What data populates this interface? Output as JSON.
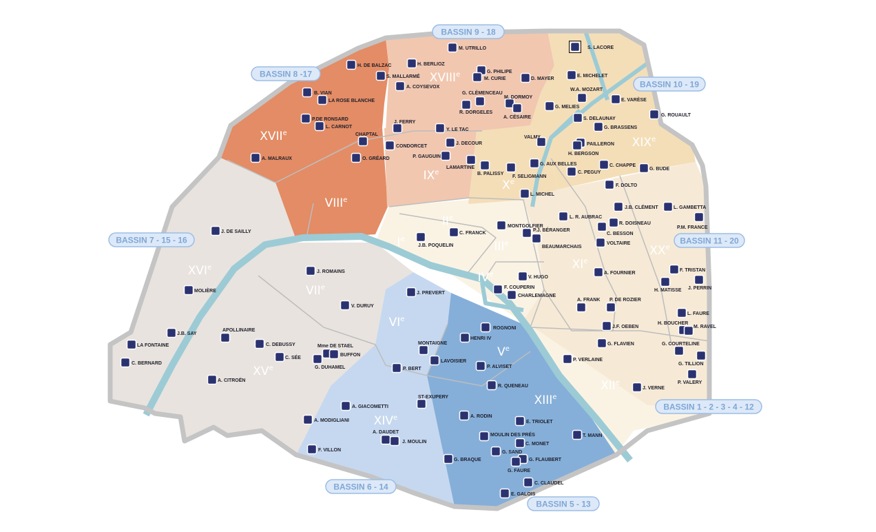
{
  "colors": {
    "marker": "#2b3270",
    "orange": "#e38c65",
    "peach": "#f1c7b0",
    "sand": "#f4deb8",
    "cream": "#faf3e4",
    "cream_dark": "#f6ead6",
    "grey": "#e8e3de",
    "light_blue": "#c6d8ef",
    "blue": "#85afd9",
    "seine": "#9ccbd5",
    "border": "#c4c4c4"
  },
  "bassins": [
    "BASSIN 9 - 18",
    "BASSIN 8 -17",
    "BASSIN 10 - 19",
    "BASSIN 7 - 15 - 16",
    "BASSIN 11 - 20",
    "BASSIN 1 - 2 - 3 - 4 - 12",
    "BASSIN 6 - 14",
    "BASSIN 5 - 13"
  ],
  "arrondissements": [
    "XVIII",
    "IX",
    "X",
    "XIX",
    "XVII",
    "VIII",
    "XVI",
    "VII",
    "XV",
    "VI",
    "V",
    "XIII",
    "XIV",
    "XII",
    "XX",
    "XI",
    "IV",
    "III",
    "II",
    "I"
  ],
  "arrondissement_suffix": "e",
  "schools": [
    "M. UTRILLO",
    "H. BERLIOZ",
    "G. PHILIPE",
    "M. CURIE",
    "D. MAYER",
    "S. MALLARMÉ",
    "A. COYSEVOX",
    "G. CLÉMENCEAU",
    "R. DORGELES",
    "M. DORMOY",
    "A. CÉSAIRE",
    "J. FERRY",
    "Y. LE TAC",
    "J. DECOUR",
    "CONDORCET",
    "P. GAUGUIN",
    "LAMARTINE",
    "B. PALISSY",
    "F. SELIGMANN",
    "VALMY",
    "G. AUX BELLES",
    "L. MICHEL",
    "S. LACORE",
    "E. MICHELET",
    "W.A. MOZART",
    "E. VARÈSE",
    "G. MELIES",
    "G. ROUAULT",
    "S. DELAUNAY",
    "G. BRASSENS",
    "PAILLERON",
    "H. BERGSON",
    "C. CHAPPE",
    "G. BUDE",
    "C. PEGUY",
    "F. DOLTO",
    "J.B. CLÉMENT",
    "L. GAMBETTA",
    "L. R. AUBRAC",
    "R. DOISNEAU",
    "C. BESSON",
    "P.M. FRANCE",
    "VOLTAIRE",
    "MONTGOLFIER",
    "P.J. BÉRANGER",
    "BEAUMARCHAIS",
    "C. FRANCK",
    "J.B. POQUELIN",
    "V. HUGO",
    "F. COUPERIN",
    "CHARLEMAGNE",
    "A. FOURNIER",
    "F. TRISTAN",
    "H. MATISSE",
    "J. PERRIN",
    "A. FRANK",
    "P. DE ROZIER",
    "L. FAURE",
    "H. BOUCHER",
    "M. RAVEL",
    "J.F. OEBEN",
    "G. FLAVIEN",
    "G. COURTELINE",
    "G. TILLION",
    "P. VALERY",
    "P. VERLAINE",
    "J. VERNE",
    "ROGNONI",
    "HENRI IV",
    "MONTAIGNE",
    "LAVOISIER",
    "P. ALVISET",
    "P. BERT",
    "R. QUENEAU",
    "ST-EXUPERY",
    "A. RODIN",
    "E. TRIOLET",
    "MOULIN DES PRÉS",
    "T. MANN",
    "C. MONET",
    "G. SAND",
    "G. FLAUBERT",
    "G. FAURE",
    "G. BRAQUE",
    "C. CLAUDEL",
    "E. GALOIS",
    "A. GIACOMETTI",
    "A. MODIGLIANI",
    "A. DAUDET",
    "J. MOULIN",
    "F. VILLON",
    "H. DE BALZAC",
    "B. VIAN",
    "LA ROSE BLANCHE",
    "P.DE RONSARD",
    "L. CARNOT",
    "CHAPTAL",
    "A. MALRAUX",
    "O. GRÉARD",
    "J. DE SAILLY",
    "J. ROMAINS",
    "MOLIÈRE",
    "V. DURUY",
    "J. PREVERT",
    "J.B. SAY",
    "APOLLINAIRE",
    "C. DEBUSSY",
    "LA FONTAINE",
    "Mme DE STAEL",
    "BUFFON",
    "G. DUHAMEL",
    "C. SÉE",
    "C. BERNARD",
    "A. CITROËN"
  ]
}
